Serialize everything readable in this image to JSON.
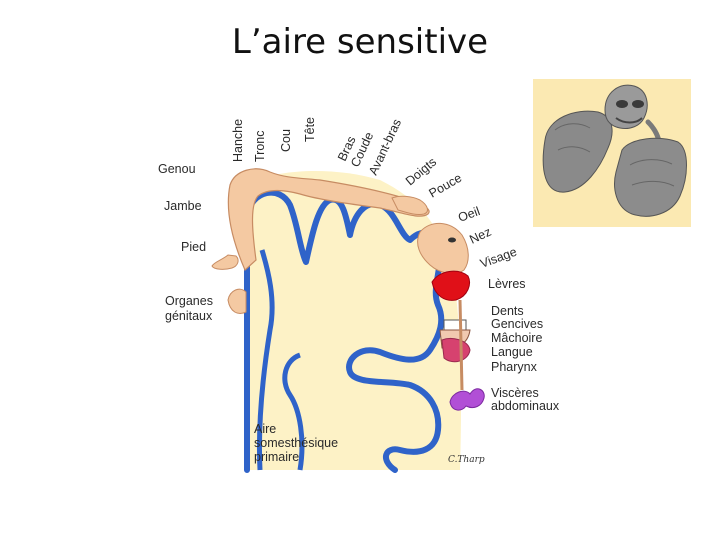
{
  "title": "L’aire sensitive",
  "colors": {
    "cortex_background": "#fdf2c6",
    "gyrus_outline": "#2f63c9",
    "homunculus_skin": "#f4c9a2",
    "lips": "#e01018",
    "tongue": "#d6426f",
    "viscera": "#b14fd6",
    "homunculus_photo_bg": "#fbe9b2"
  },
  "labels": {
    "top": [
      "Hanche",
      "Tronc",
      "Cou",
      "Tête",
      "Bras",
      "Coude",
      "Avant-bras",
      "Doigts",
      "Pouce"
    ],
    "left": [
      "Genou",
      "Jambe",
      "Pied",
      "Organes",
      "génitaux"
    ],
    "right": [
      "Oeil",
      "Nez",
      "Visage",
      "Lèvres",
      "Dents",
      "Gencives",
      "Mâchoire",
      "Langue",
      "Pharynx",
      "Viscères",
      "abdominaux"
    ],
    "area": [
      "Aire",
      "somesthésique",
      "primaire"
    ]
  },
  "signature": "C.Tharp"
}
